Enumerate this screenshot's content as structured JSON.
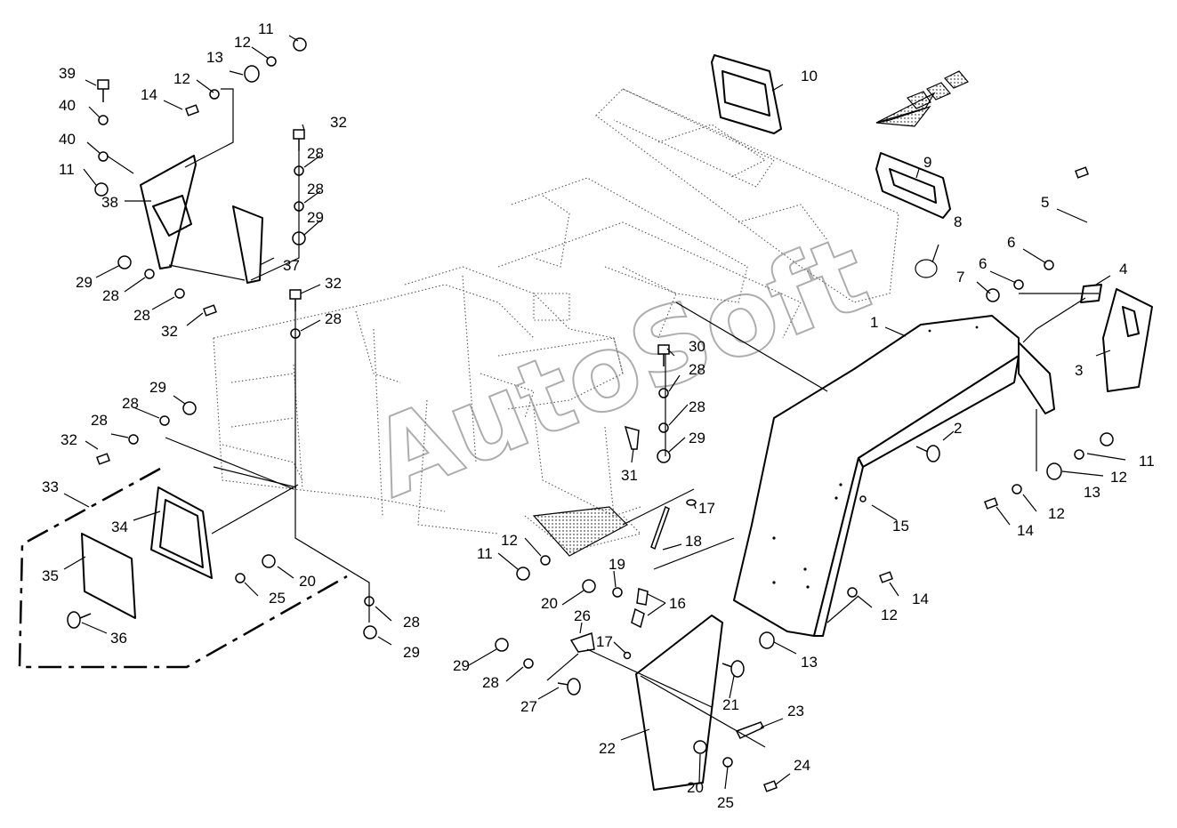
{
  "watermark": "AutoSoft",
  "callouts": {
    "c1": "1",
    "c2": "2",
    "c3": "3",
    "c4": "4",
    "c5": "5",
    "c6a": "6",
    "c6b": "6",
    "c7": "7",
    "c8": "8",
    "c9": "9",
    "c10": "10",
    "c11a": "11",
    "c11b": "11",
    "c11c": "11",
    "c11d": "11",
    "c12a": "12",
    "c12b": "12",
    "c12c": "12",
    "c12d": "12",
    "c12e": "12",
    "c12f": "12",
    "c13a": "13",
    "c13b": "13",
    "c13c": "13",
    "c14a": "14",
    "c14b": "14",
    "c14c": "14",
    "c15": "15",
    "c16": "16",
    "c17a": "17",
    "c17b": "17",
    "c18": "18",
    "c19": "19",
    "c20a": "20",
    "c20b": "20",
    "c20c": "20",
    "c21": "21",
    "c22": "22",
    "c23": "23",
    "c24": "24",
    "c25a": "25",
    "c25b": "25",
    "c26": "26",
    "c27": "27",
    "c28a": "28",
    "c28b": "28",
    "c28c": "28",
    "c28d": "28",
    "c28e": "28",
    "c28f": "28",
    "c28g": "28",
    "c28h": "28",
    "c28i": "28",
    "c28j": "28",
    "c28k": "28",
    "c29a": "29",
    "c29b": "29",
    "c29c": "29",
    "c29d": "29",
    "c29e": "29",
    "c29f": "29",
    "c30": "30",
    "c31": "31",
    "c32a": "32",
    "c32b": "32",
    "c32c": "32",
    "c32d": "32",
    "c33": "33",
    "c34": "34",
    "c35": "35",
    "c36": "36",
    "c37": "37",
    "c38": "38",
    "c39": "39",
    "c40a": "40",
    "c40b": "40"
  },
  "colors": {
    "line": "#000000",
    "frame_dots": "#555555",
    "watermark": "#777777",
    "background": "#ffffff"
  }
}
